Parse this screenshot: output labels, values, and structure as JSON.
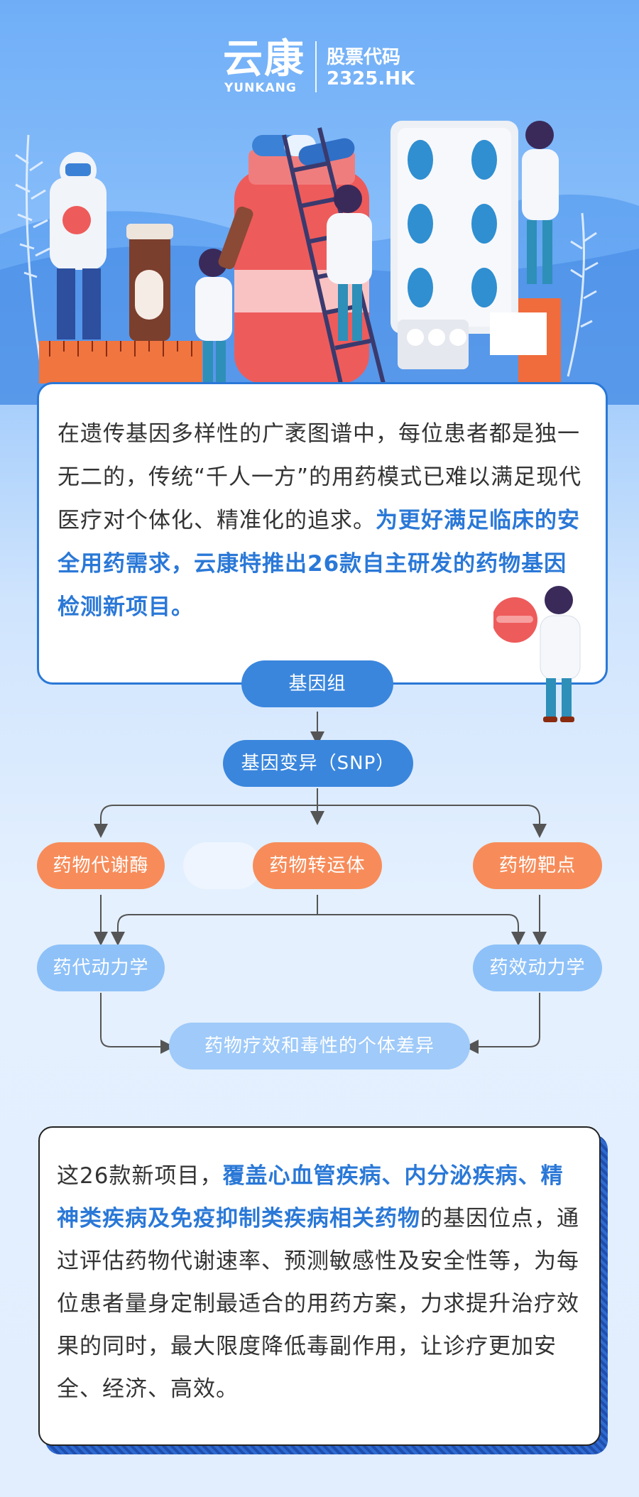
{
  "logo": {
    "name_cn": "云康",
    "name_en": "YUNKANG",
    "stock_label": "股票代码",
    "stock_code": "2325.HK"
  },
  "intro": {
    "text_normal": "在遗传基因多样性的广袤图谱中，每位患者都是独一无二的，传统“千人一方”的用药模式已难以满足现代医疗对个体化、精准化的追求。",
    "text_highlight": "为更好满足临床的安全用药需求，云康特推出26款自主研发的药物基因检测新项目。"
  },
  "flow": {
    "genome": "基因组",
    "snp": "基因变异（SNP）",
    "metabolic_enzyme": "药物代谢酶",
    "transporter": "药物转运体",
    "target": "药物靶点",
    "pk": "药代动力学",
    "pd": "药效动力学",
    "result": "药物疗效和毒性的个体差异"
  },
  "detail": {
    "text_a": "这26款新项目，",
    "text_highlight": "覆盖心血管疾病、内分泌疾病、精神类疾病及免疫抑制类疾病相关药物",
    "text_b": "的基因位点，通过评估药物代谢速率、预测敏感性及安全性等，为每位患者量身定制最适合的用药方案，力求提升治疗效果的同时，最大限度降低毒副作用，让诊疗更加安全、经济、高效。"
  },
  "colors": {
    "accent_blue": "#2a78d7",
    "node_blue": "#3a86dd",
    "node_orange": "#f78c5a",
    "node_light": "#8ec1f8"
  }
}
